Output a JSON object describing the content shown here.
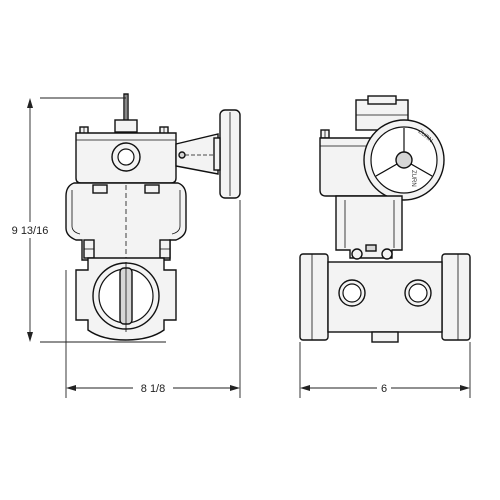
{
  "dimensions": {
    "height_label": "9 13/16",
    "width_front_label": "8 1/8",
    "width_side_label": "6"
  },
  "handwheel": {
    "brand_top": "ZURN",
    "brand_side": "ZURN"
  },
  "colors": {
    "line": "#111111",
    "body_fill": "#f3f3f3",
    "shade_fill": "#d6d6d6",
    "background": "#ffffff"
  }
}
